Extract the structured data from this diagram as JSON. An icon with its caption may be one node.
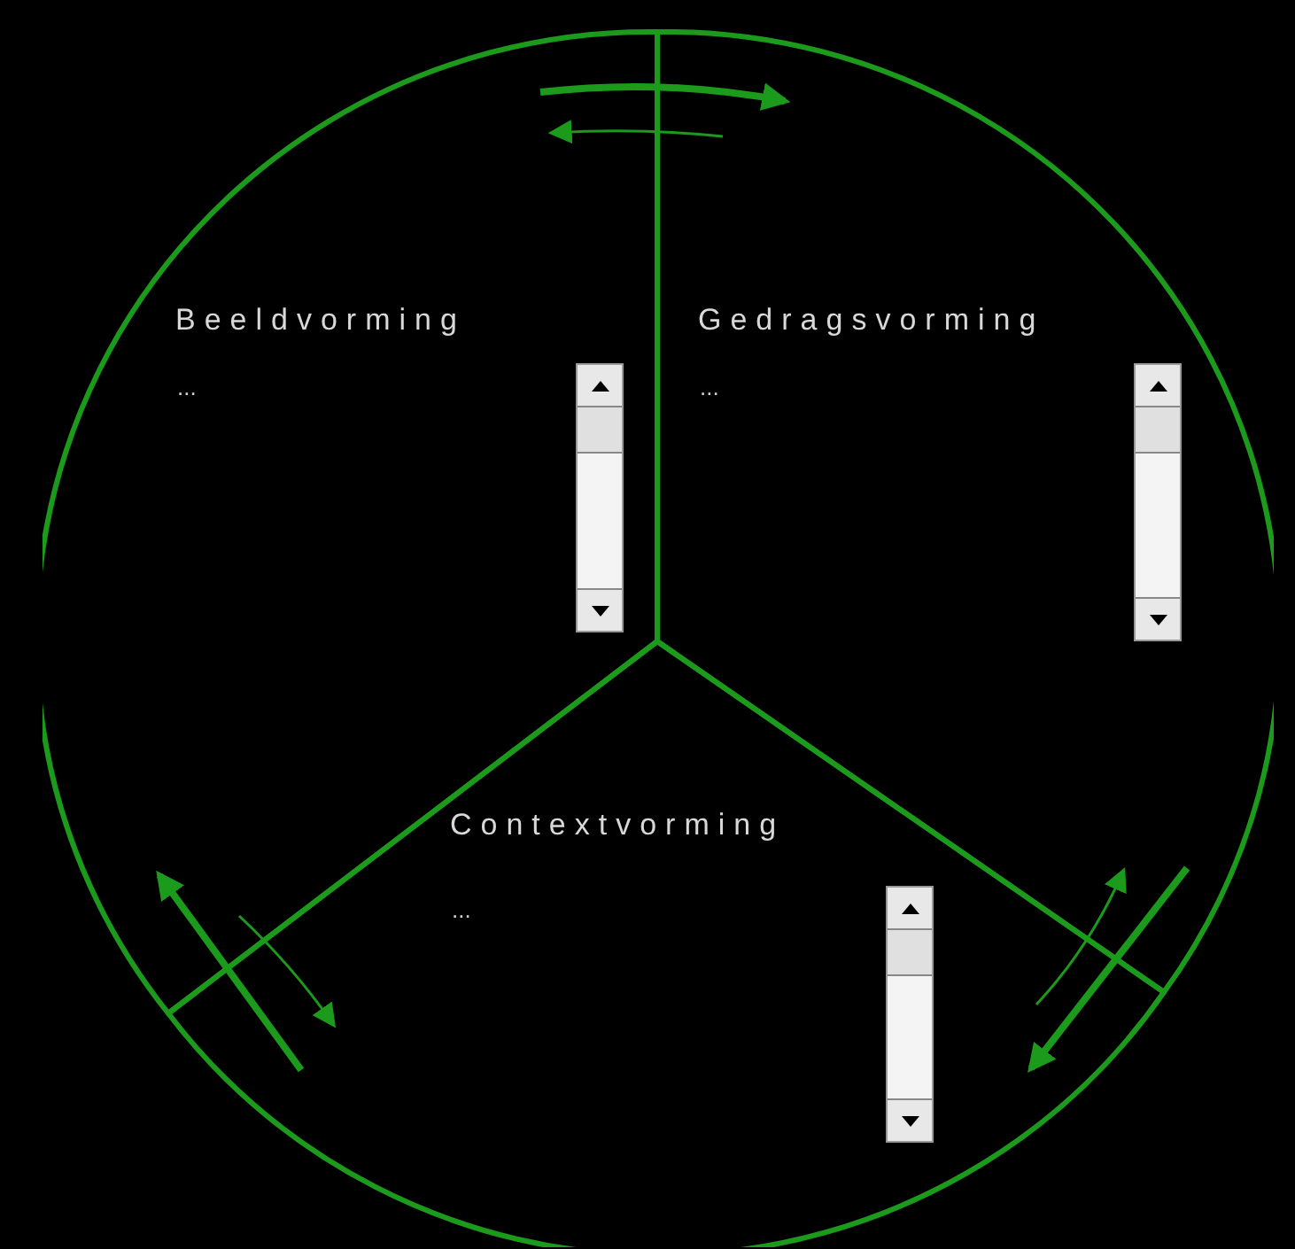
{
  "diagram": {
    "nodes": [
      {
        "text": [
          "Beeldvorming",
          "..."
        ]
      },
      {
        "text": [
          "Gedragsvorming",
          "..."
        ]
      },
      {
        "text": [
          "Contextvorming",
          "..."
        ]
      }
    ],
    "edges": [
      {
        "from": 0,
        "to": 1,
        "arrow": "to",
        "style": "thick"
      },
      {
        "from": 1,
        "to": 0,
        "arrow": "to"
      },
      {
        "from": 2,
        "to": 0,
        "arrow": "to",
        "style": "thick"
      },
      {
        "from": 0,
        "to": 2,
        "arrow": "to"
      },
      {
        "from": 1,
        "to": 2,
        "arrow": "to",
        "style": "thick"
      },
      {
        "from": 2,
        "to": 1,
        "arrow": "to"
      }
    ]
  }
}
